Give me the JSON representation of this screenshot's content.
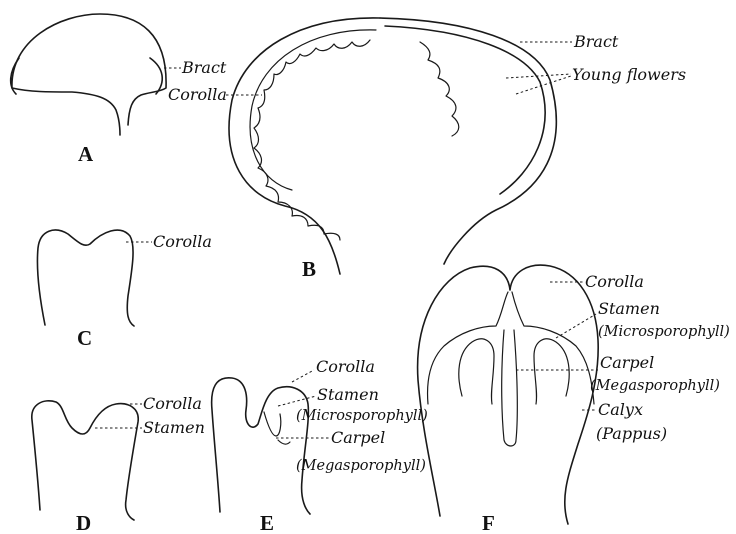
{
  "panels": {
    "A": {
      "letter": "A",
      "bract": "Bract"
    },
    "B": {
      "letter": "B",
      "bract": "Bract",
      "young_flowers": "Young flowers",
      "corolla": "Corolla"
    },
    "C": {
      "letter": "C",
      "corolla": "Corolla"
    },
    "D": {
      "letter": "D",
      "corolla": "Corolla",
      "stamen": "Stamen"
    },
    "E": {
      "letter": "E",
      "corolla": "Corolla",
      "stamen": "Stamen",
      "stamen_sub": "(Microsporophyll)",
      "carpel": "Carpel",
      "carpel_sub": "(Megasporophyll)"
    },
    "F": {
      "letter": "F",
      "corolla": "Corolla",
      "stamen": "Stamen",
      "stamen_sub": "(Microsporophyll)",
      "carpel": "Carpel",
      "carpel_sub": "(Megasporophyll)",
      "calyx": "Calyx",
      "calyx_sub": "(Pappus)"
    }
  }
}
